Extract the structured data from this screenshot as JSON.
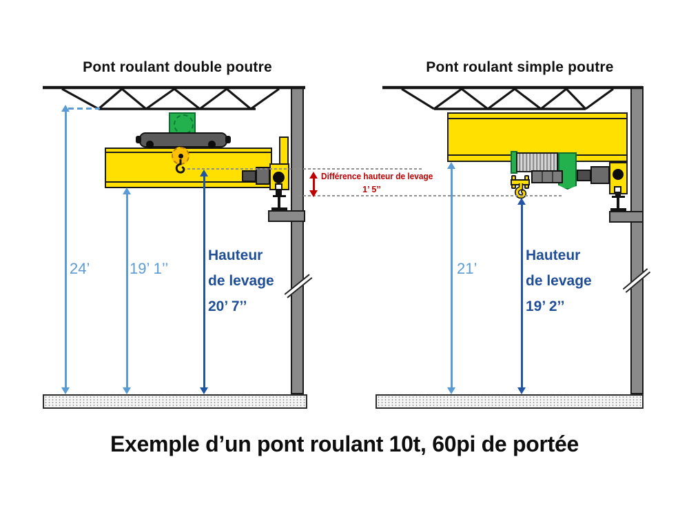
{
  "left": {
    "title": "Pont roulant double poutre",
    "clearance_height": "24’",
    "under_girder_height": "19’ 1’’",
    "lift_height": {
      "line1": "Hauteur",
      "line2": "de levage",
      "value": "20’ 7’’"
    }
  },
  "right": {
    "title": "Pont roulant simple poutre",
    "under_girder_height": "21’",
    "lift_height": {
      "line1": "Hauteur",
      "line2": "de levage",
      "value": "19’ 2’’"
    }
  },
  "difference": {
    "label": "Différence hauteur de levage",
    "value": "1’ 5’’"
  },
  "caption": "Exemple d’un pont roulant 10t, 60pi de portée",
  "colors": {
    "girder_yellow": "#FFE000",
    "hoist_green": "#22B14C",
    "pulley_orange": "#FFC000",
    "steel_gray": "#8A8A8A",
    "trolley_gray": "#5A5A5A",
    "dimension_light_blue": "#5B9BD5",
    "lift_dark_blue": "#1F4E97",
    "difference_red": "#C00000"
  }
}
